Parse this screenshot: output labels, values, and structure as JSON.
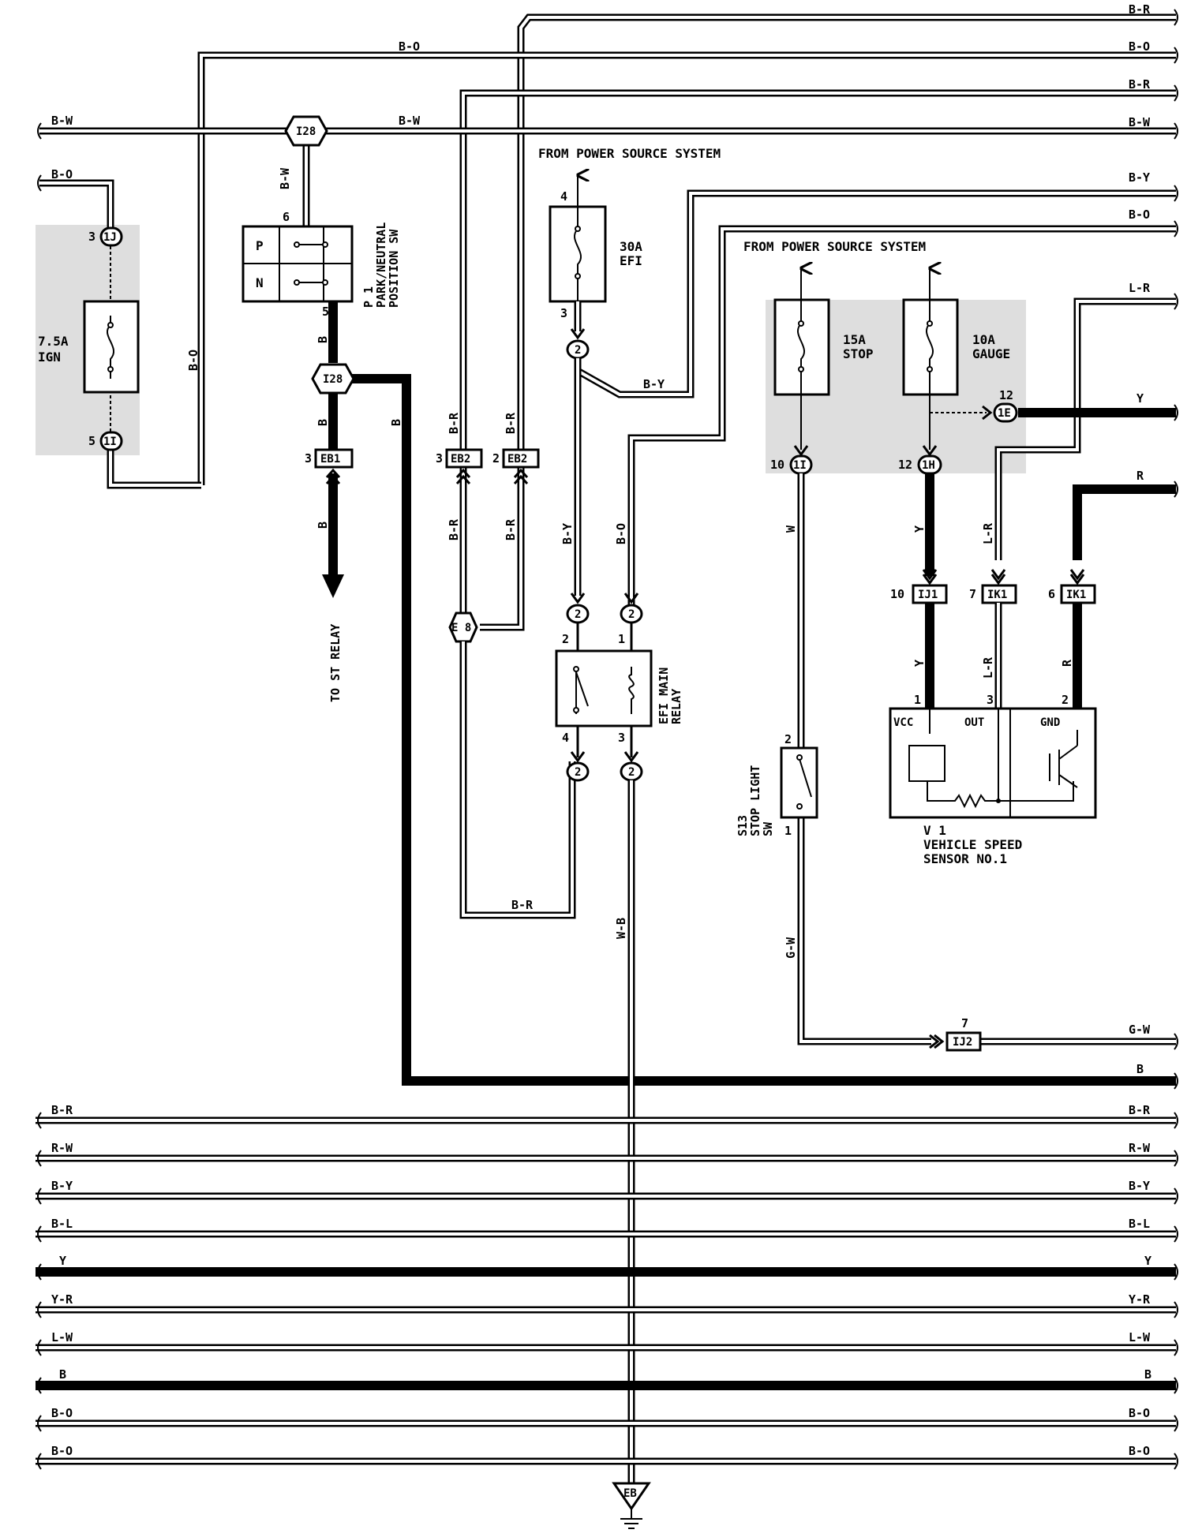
{
  "wire_labels": {
    "top_right": [
      "B-R",
      "B-O",
      "B-R",
      "B-W",
      "B-Y",
      "B-O",
      "L-R",
      "Y",
      "R",
      "G-W",
      "B"
    ],
    "left_bw": "B-W",
    "left_bo": "B-O",
    "top_bo_mid": "B-O",
    "top_bw_mid": "B-W",
    "ign_bo_vert": "B-O",
    "pn_bw_vert": "B-W",
    "pn_b_vert1": "B",
    "pn_b_vert2": "B",
    "pn_b_vert3": "B",
    "eb2_br_upper1": "B-R",
    "eb2_br_upper2": "B-R",
    "eb2_br_lower1": "B-R",
    "eb2_br_lower2": "B-R",
    "efi_by": "B-Y",
    "efi_by_vert": "B-Y",
    "efi_bo_vert": "B-O",
    "bottom_br": "B-R",
    "ground_wb": "W-B",
    "stop_w": "W",
    "stop_gw": "G-W",
    "gauge_y1": "Y",
    "gauge_lr1": "L-R",
    "sensor_y": "Y",
    "sensor_lr": "L-R",
    "sensor_r": "R",
    "bus_left": [
      "B-R",
      "R-W",
      "B-Y",
      "B-L",
      "Y",
      "Y-R",
      "L-W",
      "B",
      "B-O",
      "B-O"
    ],
    "bus_right": [
      "B-R",
      "R-W",
      "B-Y",
      "B-L",
      "Y",
      "Y-R",
      "L-W",
      "B",
      "B-O",
      "B-O"
    ]
  },
  "captions": {
    "from_power_1": "FROM POWER SOURCE SYSTEM",
    "from_power_2": "FROM POWER SOURCE SYSTEM",
    "to_st_relay": "TO ST RELAY",
    "pn_switch_l1": "P 1",
    "pn_switch_l2": "PARK/NEUTRAL",
    "pn_switch_l3": "POSITION SW",
    "efi_relay_l1": "EFI MAIN",
    "efi_relay_l2": "RELAY",
    "stop_sw_l1": "S13",
    "stop_sw_l2": "STOP LIGHT",
    "stop_sw_l3": "SW",
    "sensor_l1": "V 1",
    "sensor_l2": "VEHICLE SPEED",
    "sensor_l3": "SENSOR NO.1"
  },
  "fuses": {
    "ign_amp": "7.5A",
    "ign_name": "IGN",
    "efi_amp": "30A",
    "efi_name": "EFI",
    "stop_amp": "15A",
    "stop_name": "STOP",
    "gauge_amp": "10A",
    "gauge_name": "GAUGE"
  },
  "connectors": {
    "i28_top": "I28",
    "i28_mid": "I28",
    "e8": "E 8",
    "eb1": "EB1",
    "eb2_a": "EB2",
    "eb2_b": "EB2",
    "ij1": "IJ1",
    "ik1_a": "IK1",
    "ik1_b": "IK1",
    "ij2": "IJ2",
    "ground": "EB",
    "ign_top": "1J",
    "ign_bot": "1I",
    "stop_bot": "1I",
    "gauge_bot": "1H",
    "gauge_side": "1E",
    "efi_2a": "2",
    "efi_2b": "2",
    "efi_2c": "2",
    "efi_2d": "2",
    "efi_2e": "2"
  },
  "switch_positions": [
    "P",
    "N"
  ],
  "sensor_terminals": [
    "VCC",
    "OUT",
    "GND"
  ],
  "pins": {
    "ign_top": "3",
    "ign_bot": "5",
    "pn_top": "6",
    "pn_bot": "5",
    "eb1": "3",
    "eb2_a": "3",
    "eb2_b": "2",
    "efi_in": "4",
    "efi_out": "3",
    "relay_tl": "2",
    "relay_tr": "1",
    "relay_bl": "4",
    "relay_br": "3",
    "stop_bot": "10",
    "gauge_bot": "12",
    "gauge_side": "12",
    "ij1": "10",
    "ik1_a": "7",
    "ik1_b": "6",
    "sens_1": "1",
    "sens_3": "3",
    "sens_2": "2",
    "stop_sw_top": "2",
    "stop_sw_bot": "1",
    "ij2": "7"
  }
}
